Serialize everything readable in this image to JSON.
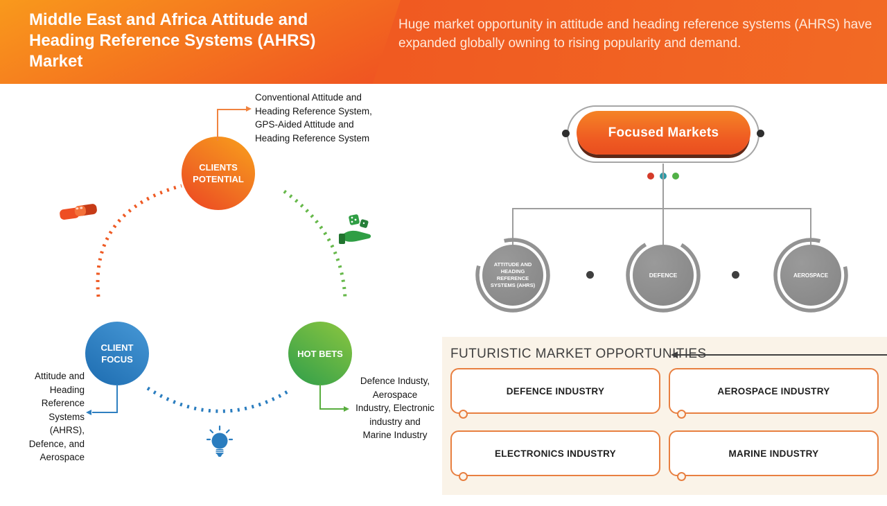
{
  "header": {
    "title": "Middle East and Africa Attitude and Heading Reference Systems (AHRS) Market",
    "subtitle": "Huge market opportunity in attitude and heading reference systems (AHRS) have expanded globally owning to rising popularity and demand."
  },
  "ecosystem": {
    "clients_potential": {
      "label": "CLIENTS POTENTIAL",
      "note": "Conventional Attitude and Heading Reference System, GPS-Aided Attitude and Heading Reference System"
    },
    "client_focus": {
      "label": "CLIENT FOCUS",
      "note": "Attitude and Heading Reference Systems (AHRS), Defence, and Aerospace"
    },
    "hot_bets": {
      "label": "HOT BETS",
      "note": "Defence Industy, Aerospace Industry, Electronic industry and Marine Industry"
    },
    "icons": [
      "handshake-icon",
      "hand-dice-icon",
      "lightbulb-icon"
    ]
  },
  "focused_markets": {
    "label": "Focused Markets",
    "nodes": [
      {
        "label": "ATTITUDE AND HEADING REFERENCE SYSTEMS (AHRS)"
      },
      {
        "label": "DEFENCE"
      },
      {
        "label": "AEROSPACE"
      }
    ]
  },
  "opportunities": {
    "heading": "FUTURISTIC MARKET OPPORTUNITIES",
    "items": [
      {
        "label": "DEFENCE INDUSTRY"
      },
      {
        "label": "AEROSPACE INDUSTRY"
      },
      {
        "label": "ELECTRONICS INDUSTRY"
      },
      {
        "label": "MARINE INDUSTRY"
      }
    ]
  },
  "colors": {
    "header_orange": "#f5821f",
    "header_red_orange": "#ef5122",
    "clients_potential_orange": "#ef6c22",
    "client_focus_blue": "#2a7dbf",
    "hot_bets_green": "#55ab3c",
    "focused_markets_orange": "#ef5b22",
    "node_gray": "#8e8e8e",
    "opportunity_border_orange": "#e87f40",
    "cream_background": "#faf3e8"
  }
}
